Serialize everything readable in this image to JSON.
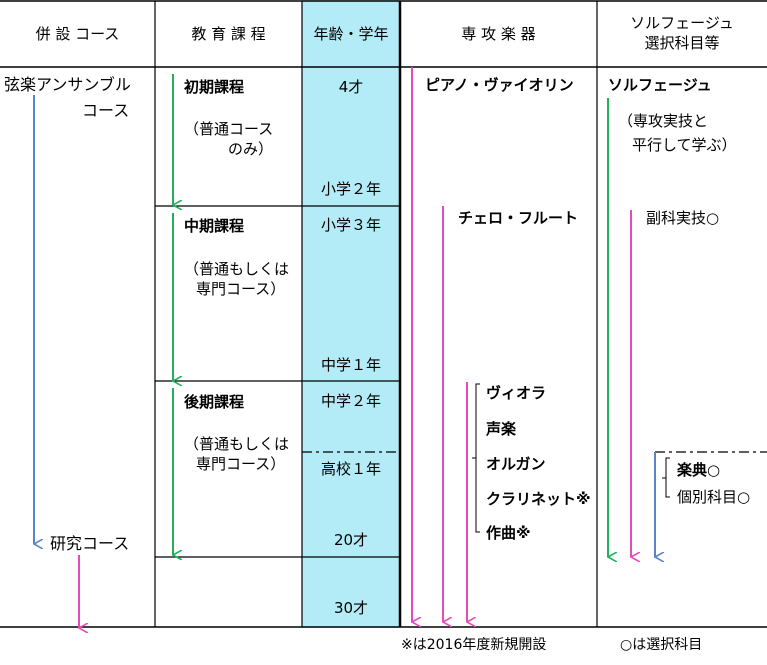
{
  "headers": {
    "course": "併 設 コース",
    "curriculum": "教 育 課 程",
    "age": "年齢・学年",
    "instrument": "専 攻 楽 器",
    "solfege_line1": "ソルフェージュ",
    "solfege_line2": "選択科目等"
  },
  "course": {
    "ensemble_line1": "弦楽アンサンブル",
    "ensemble_line2": "コース",
    "research": "研究コース"
  },
  "curriculum": {
    "early": {
      "title": "初期課程",
      "note1": "（普通コース",
      "note2": "のみ）"
    },
    "middle": {
      "title": "中期課程",
      "note1": "（普通もしくは",
      "note2": "専門コース）"
    },
    "late": {
      "title": "後期課程",
      "note1": "（普通もしくは",
      "note2": "専門コース）"
    }
  },
  "age": {
    "a4": "4才",
    "e2": "小学２年",
    "e3": "小学３年",
    "j1": "中学１年",
    "j2": "中学２年",
    "h1": "高校１年",
    "a20": "20才",
    "a30": "30才"
  },
  "instruments": {
    "first": "ピアノ・ヴァイオリン",
    "second": "チェロ・フルート",
    "third": [
      "ヴィオラ",
      "声楽",
      "オルガン",
      "クラリネット※",
      "作曲※"
    ]
  },
  "solfege": {
    "title": "ソルフェージュ",
    "note1": "（専攻実技と",
    "note2": "平行して学ぶ）",
    "sub": "副科実技○",
    "theory": "楽典○",
    "individual": "個別科目○"
  },
  "footer": {
    "new_note": "※は2016年度新規開設",
    "elective_note": "○は選択科目"
  },
  "colors": {
    "age_column": "#b3ecf7",
    "green_arrow": "#1fb25a",
    "pink_arrow": "#e64bb8",
    "blue_arrow": "#5b84c4"
  }
}
